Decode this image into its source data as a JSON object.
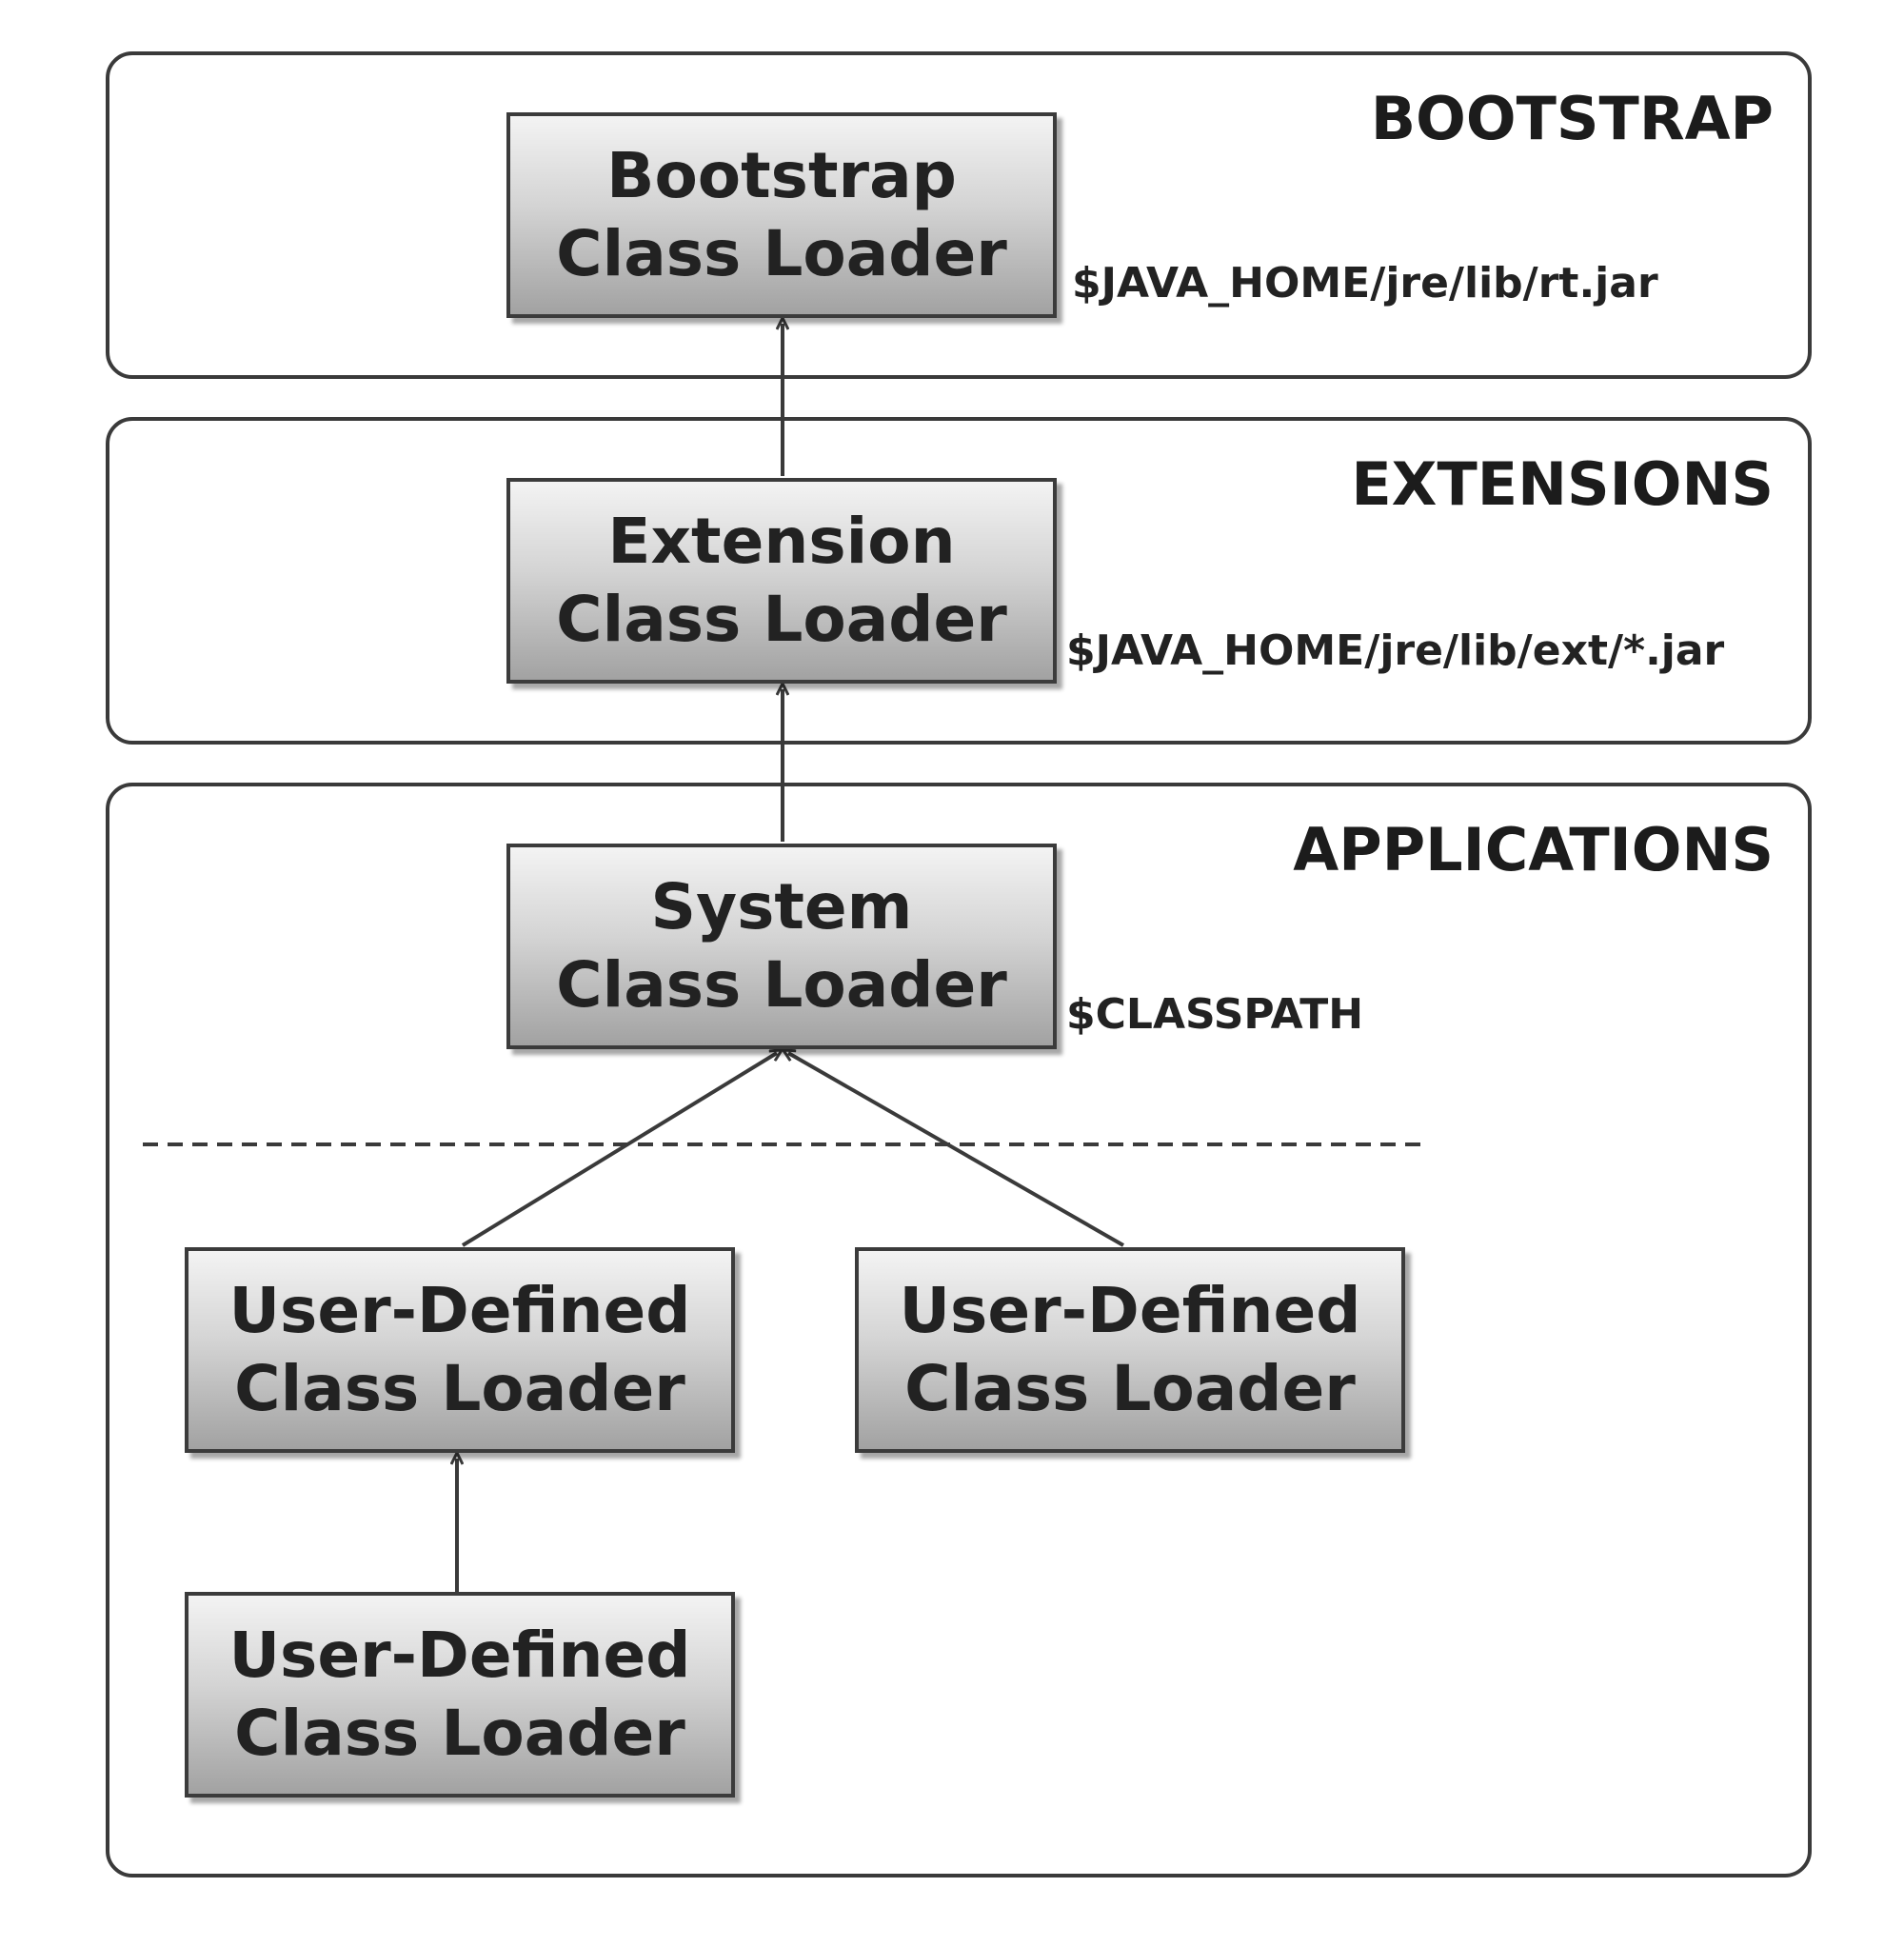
{
  "layers": {
    "bootstrap": {
      "title": "BOOTSTRAP",
      "loader": {
        "line1": "Bootstrap",
        "line2": "Class Loader"
      },
      "path": "$JAVA_HOME/jre/lib/rt.jar"
    },
    "extensions": {
      "title": "EXTENSIONS",
      "loader": {
        "line1": "Extension",
        "line2": "Class Loader"
      },
      "path": "$JAVA_HOME/jre/lib/ext/*.jar"
    },
    "applications": {
      "title": "APPLICATIONS",
      "loader": {
        "line1": "System",
        "line2": "Class Loader"
      },
      "path": "$CLASSPATH",
      "user_loaders": [
        {
          "line1": "User-Defined",
          "line2": "Class Loader"
        },
        {
          "line1": "User-Defined",
          "line2": "Class Loader"
        },
        {
          "line1": "User-Defined",
          "line2": "Class Loader"
        }
      ]
    }
  },
  "colors": {
    "border": "#3a3a3a",
    "box_top": "#f3f3f3",
    "box_bottom": "#a2a2a2",
    "text": "#1c1c1c"
  }
}
